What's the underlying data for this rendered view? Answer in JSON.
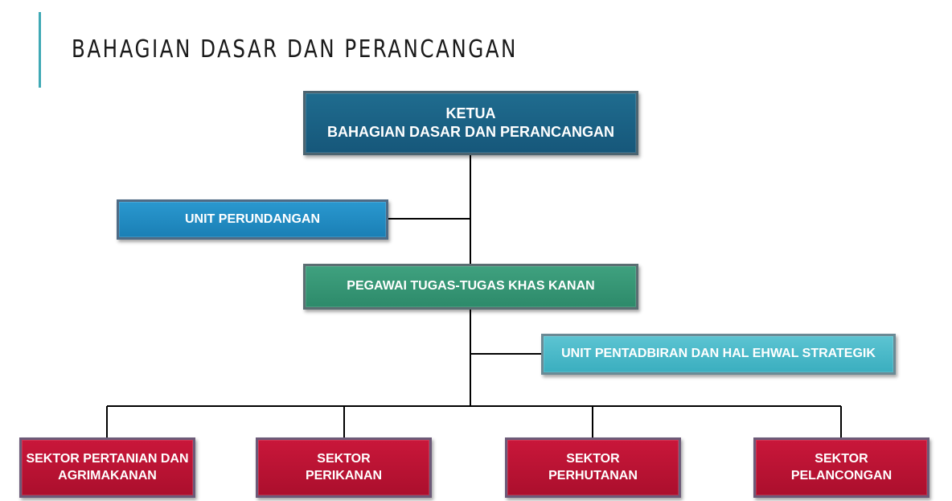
{
  "page": {
    "title": "BAHAGIAN DASAR DAN PERANCANGAN"
  },
  "org_chart": {
    "ketua": {
      "line1": "KETUA",
      "line2": "BAHAGIAN DASAR DAN PERANCANGAN"
    },
    "unit_perundangan": "UNIT PERUNDANGAN",
    "pegawai": "PEGAWAI TUGAS-TUGAS KHAS KANAN",
    "unit_pentadbiran": "UNIT PENTADBIRAN DAN HAL EHWAL STRATEGIK",
    "sectors": [
      {
        "line1": "SEKTOR PERTANIAN DAN",
        "line2": "AGRIMAKANAN"
      },
      {
        "line1": "SEKTOR",
        "line2": "PERIKANAN"
      },
      {
        "line1": "SEKTOR",
        "line2": "PERHUTANAN"
      },
      {
        "line1": "SEKTOR",
        "line2": "PELANCONGAN"
      }
    ]
  },
  "colors": {
    "accent": "#3fa9b5",
    "ketua": "#1b6284",
    "unit_perundangan": "#2290c5",
    "pegawai": "#349576",
    "unit_pentadbiran": "#49b9c8",
    "sektor": "#bb1433"
  }
}
